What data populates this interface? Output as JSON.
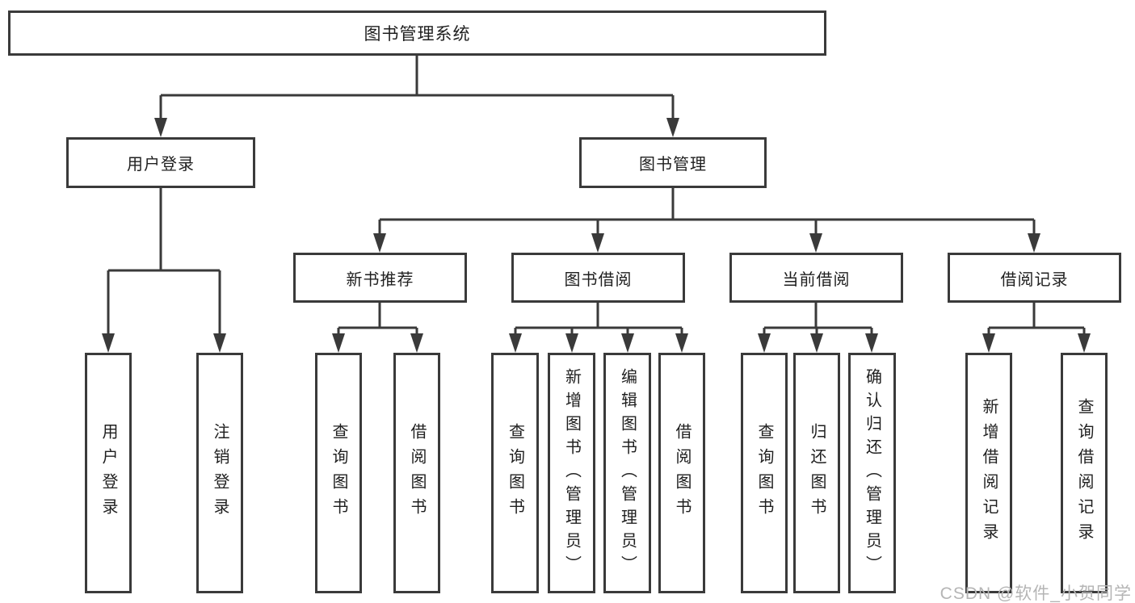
{
  "diagram": {
    "root": {
      "label": "图书管理系统"
    },
    "level2": {
      "user_login": {
        "label": "用户登录"
      },
      "book_management": {
        "label": "图书管理"
      }
    },
    "level3": {
      "new_book_recommend": {
        "label": "新书推荐"
      },
      "book_borrow": {
        "label": "图书借阅"
      },
      "current_borrow": {
        "label": "当前借阅"
      },
      "borrow_records": {
        "label": "借阅记录"
      }
    },
    "leaves": {
      "user_login": [
        {
          "label": "用户登录"
        },
        {
          "label": "注销登录"
        }
      ],
      "new_book_recommend": [
        {
          "label": "查询图书"
        },
        {
          "label": "借阅图书"
        }
      ],
      "book_borrow": [
        {
          "label": "查询图书"
        },
        {
          "label": "新增图书（管理员）"
        },
        {
          "label": "编辑图书（管理员）"
        },
        {
          "label": "借阅图书"
        }
      ],
      "current_borrow": [
        {
          "label": "查询图书"
        },
        {
          "label": "归还图书"
        },
        {
          "label": "确认归还（管理员）"
        }
      ],
      "borrow_records": [
        {
          "label": "新增借阅记录"
        },
        {
          "label": "查询借阅记录"
        }
      ]
    },
    "colors": {
      "line": "#3a3a3a",
      "text": "#1f1f1f",
      "watermark": "#b5b5b5"
    },
    "watermark": "CSDN @软件_小贺同学"
  }
}
